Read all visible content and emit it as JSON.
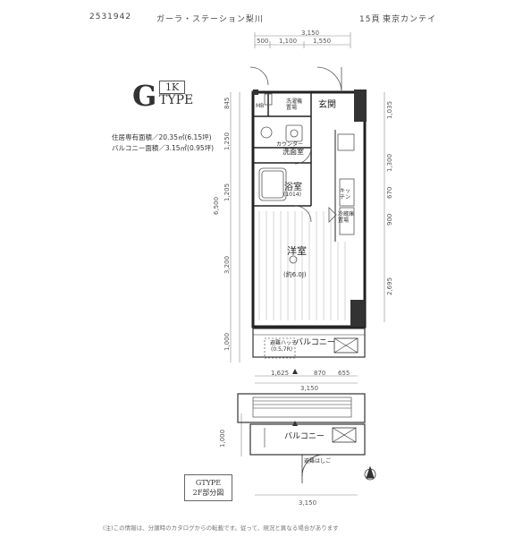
{
  "header": {
    "code": "2531942",
    "building": "ガーラ・ステーション梨川",
    "page": "15頁",
    "company": "東京カンテイ"
  },
  "type_badge": {
    "letter": "G",
    "layout": "1K",
    "suffix": "TYPE"
  },
  "areas": {
    "floor_area": "住居専有面積／20.35㎡(6.15坪)",
    "balcony_area": "バルコニー面積／3.15㎡(0.95坪)"
  },
  "top_dimensions": {
    "total": "3,150",
    "segments": [
      "500",
      "1,100",
      "1,550"
    ]
  },
  "left_dimensions": {
    "total": "6,500",
    "segments": [
      "845",
      "1,250",
      "1,205",
      "3,200",
      "1,000"
    ]
  },
  "right_dimensions": {
    "segments": [
      "1,035",
      "1,300",
      "670",
      "900",
      "2,695"
    ]
  },
  "bottom_dimensions": {
    "segments": [
      "1,625",
      "870",
      "655"
    ],
    "total": "3,150"
  },
  "rooms": {
    "entrance": "玄関",
    "counter": "カウンター",
    "washroom": "洗面室",
    "bath": "浴室",
    "bath_size": "(1014)",
    "western": "洋室",
    "western_size": "(約6.0J)",
    "balcony": "バルコニー",
    "balcony_note": "避難ハッチ",
    "balcony_size": "(0.5,7R)",
    "mb": "MB",
    "washer": "洗濯機置場",
    "kitchen": "キッチン",
    "fridge": "冷蔵庫置場"
  },
  "second_floor": {
    "balcony": "バルコニー",
    "dim_total": "3,150",
    "dim_height": "1,000",
    "stair_note": "避難はしご"
  },
  "type_box": {
    "line1": "GTYPE",
    "line2": "2F部分図"
  },
  "footer": {
    "note": "(注)この情報は、分譲時のカタログからの転載です。従って、現況と異なる場合があります"
  }
}
